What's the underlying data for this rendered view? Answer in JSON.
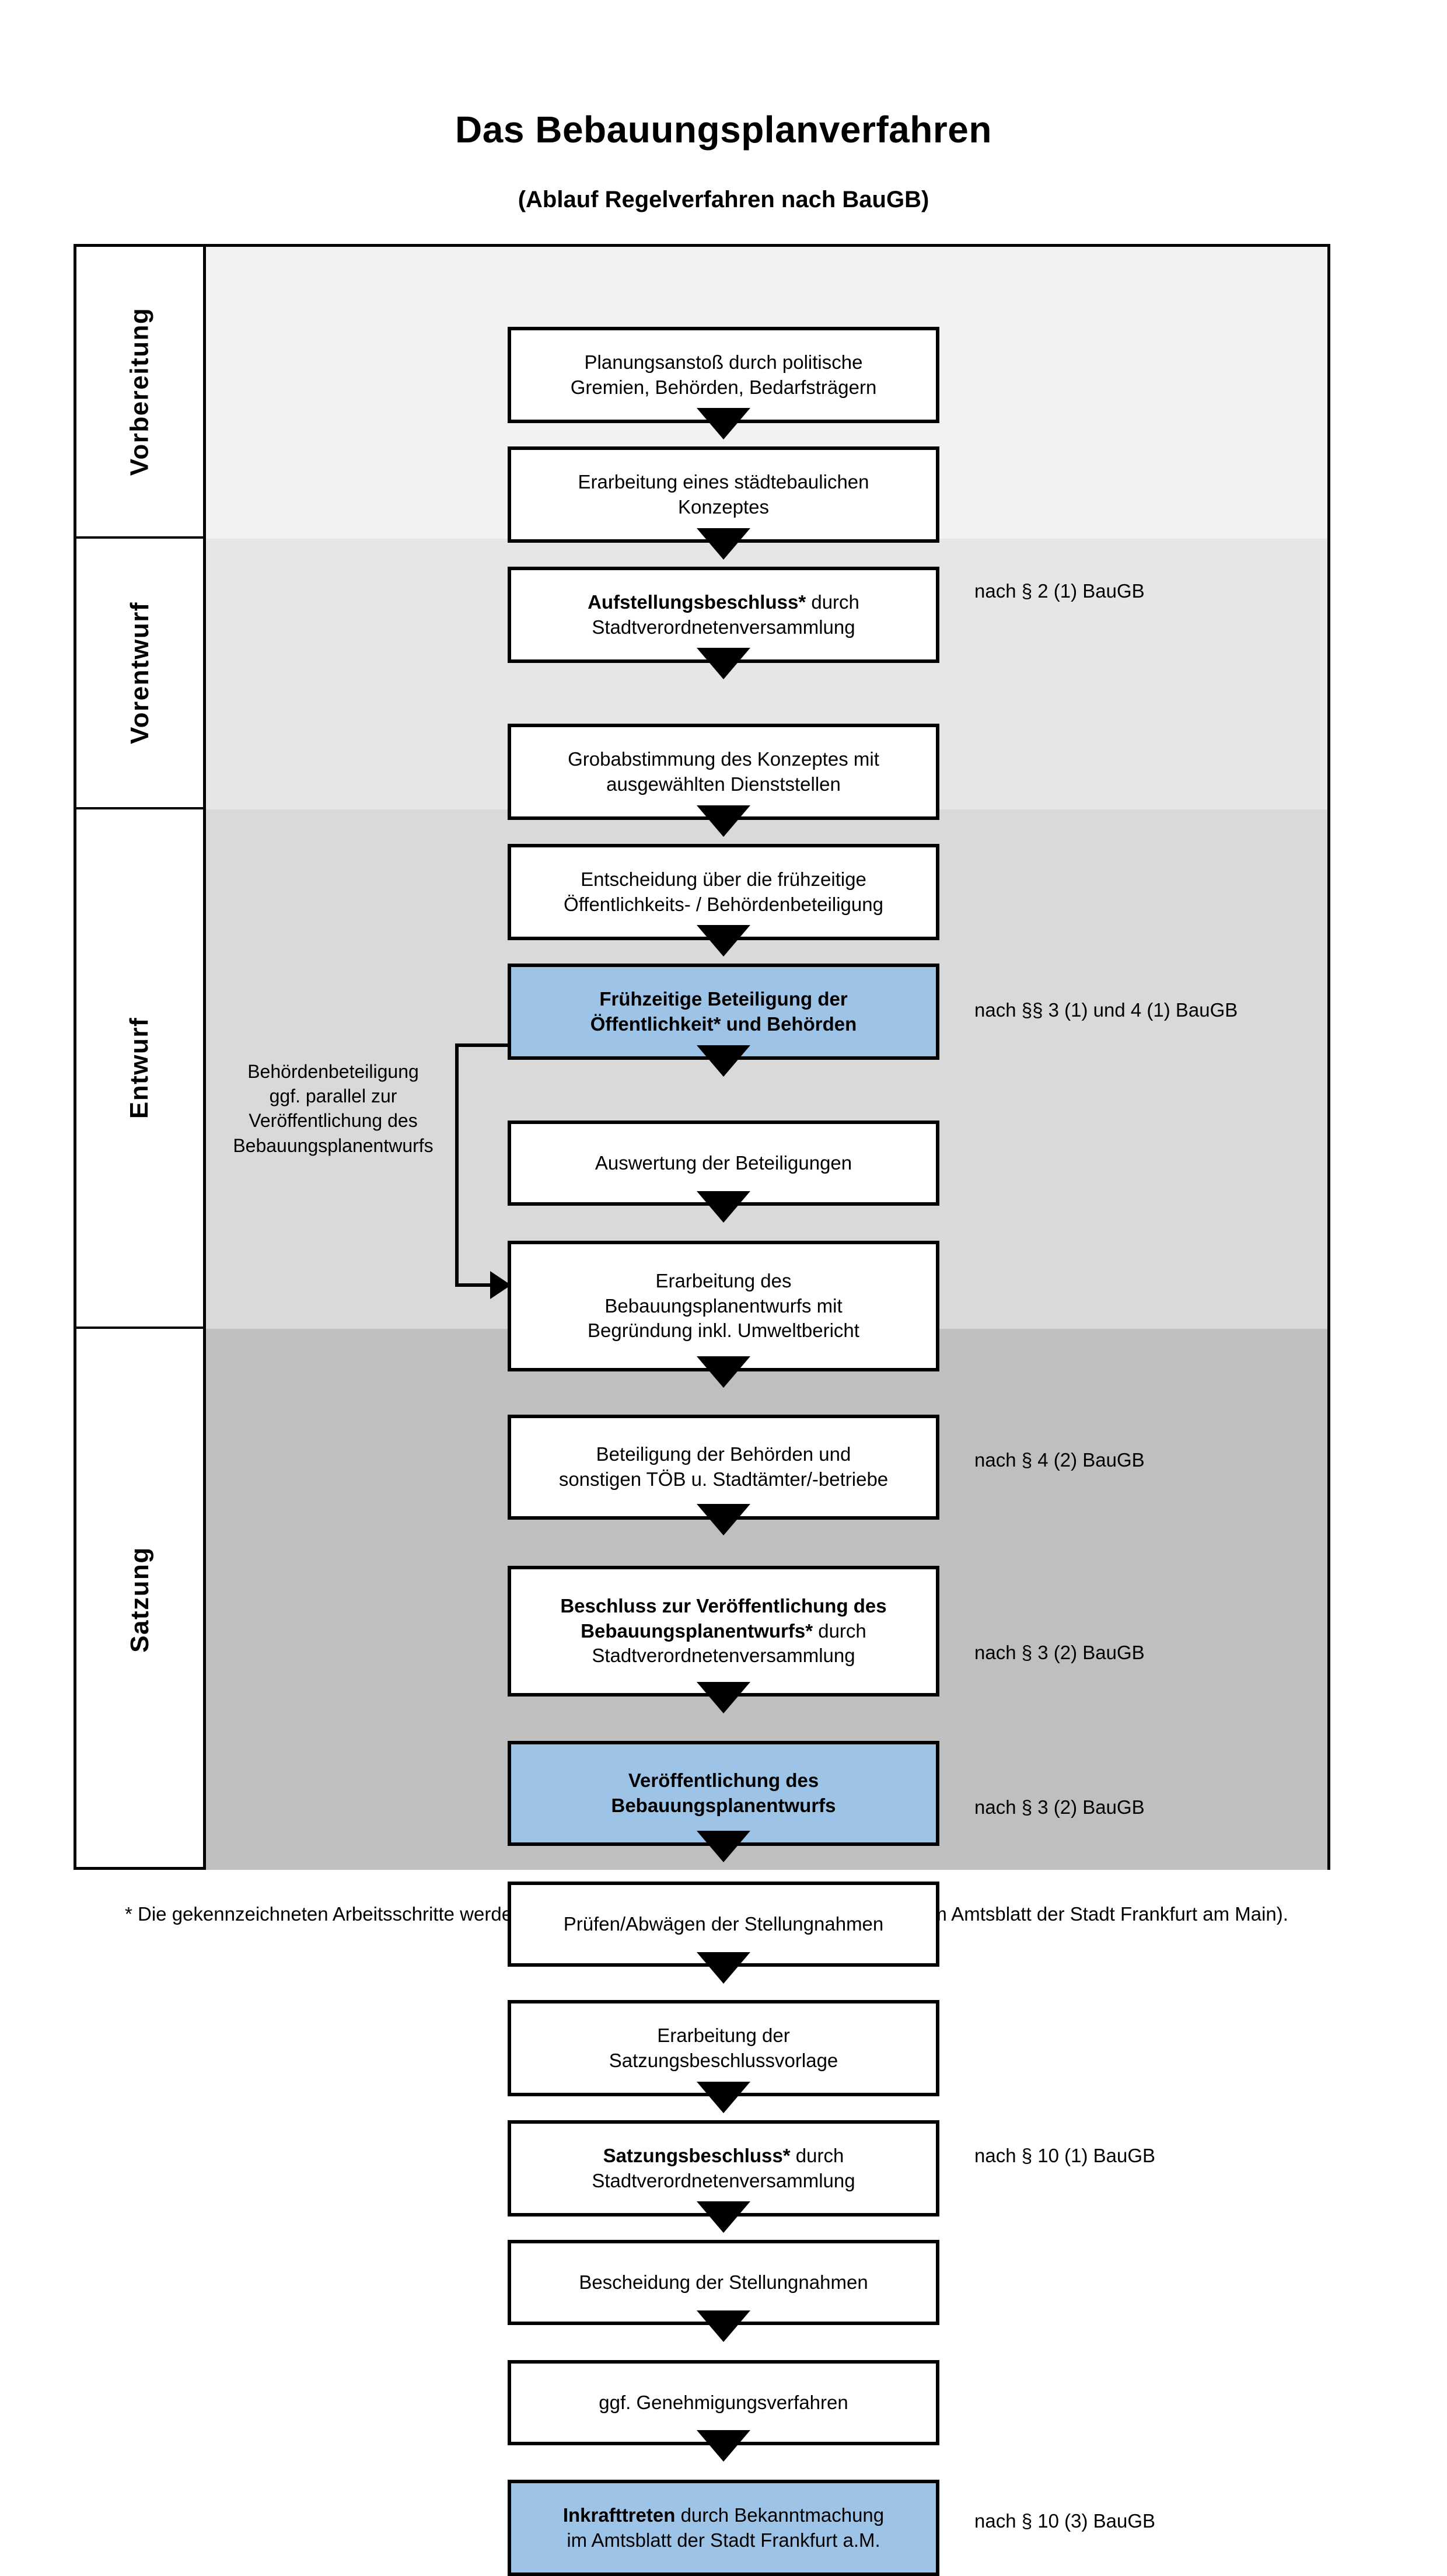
{
  "header": {
    "title": "Das Bebauungsplanverfahren",
    "subtitle": "(Ablauf Regelverfahren nach BauGB)"
  },
  "colors": {
    "highlight_blue": "#9dc3e6",
    "band_vorbereitung": "#f2f2f2",
    "band_vorentwurf": "#e6e6e6",
    "band_entwurf": "#d9d9d9",
    "band_satzung": "#bfbfbf",
    "line": "#000000"
  },
  "phases": [
    {
      "label": "Vorbereitung"
    },
    {
      "label": "Vorentwurf"
    },
    {
      "label": "Entwurf"
    },
    {
      "label": "Satzung"
    }
  ],
  "steps": [
    {
      "id": "planungsanstoss",
      "phase": "Vorbereitung",
      "highlight": false,
      "lines": [
        {
          "text": "Planungsanstoß durch politische",
          "bold": false
        },
        {
          "text": "Gremien, Behörden, Bedarfsträgern",
          "bold": false
        }
      ]
    },
    {
      "id": "staedtebauliches-konzept",
      "phase": "Vorbereitung",
      "highlight": false,
      "lines": [
        {
          "text": "Erarbeitung eines städtebaulichen",
          "bold": false
        },
        {
          "text": "Konzeptes",
          "bold": false
        }
      ]
    },
    {
      "id": "aufstellungsbeschluss",
      "phase": "Vorbereitung",
      "highlight": false,
      "lines": [
        {
          "text": "Aufstellungsbeschluss*",
          "bold": true,
          "suffix": " durch"
        },
        {
          "text": "Stadtverordnetenversammlung",
          "bold": false
        }
      ]
    },
    {
      "id": "grobabstimmung",
      "phase": "Vorentwurf",
      "highlight": false,
      "lines": [
        {
          "text": "Grobabstimmung des Konzeptes mit",
          "bold": false
        },
        {
          "text": "ausgewählten Dienststellen",
          "bold": false
        }
      ]
    },
    {
      "id": "entscheidung-fruehzeitige-beteiligung",
      "phase": "Vorentwurf",
      "highlight": false,
      "lines": [
        {
          "text": "Entscheidung über die frühzeitige",
          "bold": false
        },
        {
          "text": "Öffentlichkeits- / Behördenbeteiligung",
          "bold": false
        }
      ]
    },
    {
      "id": "fruehzeitige-beteiligung",
      "phase": "Vorentwurf",
      "highlight": true,
      "lines": [
        {
          "text": "Frühzeitige Beteiligung der",
          "bold": true
        },
        {
          "text": "Öffentlichkeit* und Behörden",
          "bold": true
        }
      ]
    },
    {
      "id": "auswertung-beteiligungen",
      "phase": "Entwurf",
      "highlight": false,
      "lines": [
        {
          "text": "Auswertung der Beteiligungen",
          "bold": false
        }
      ]
    },
    {
      "id": "erarbeitung-bebauungsplanentwurf",
      "phase": "Entwurf",
      "highlight": false,
      "lines": [
        {
          "text": "Erarbeitung des",
          "bold": false
        },
        {
          "text": "Bebauungsplanentwurfs mit",
          "bold": false
        },
        {
          "text": "Begründung inkl. Umweltbericht",
          "bold": false
        }
      ]
    },
    {
      "id": "beteiligung-behoerden-toeb",
      "phase": "Entwurf",
      "highlight": false,
      "lines": [
        {
          "text": "Beteiligung der Behörden und",
          "bold": false
        },
        {
          "text": "sonstigen TÖB u. Stadtämter/-betriebe",
          "bold": false
        }
      ]
    },
    {
      "id": "beschluss-veroeffentlichung",
      "phase": "Entwurf",
      "highlight": false,
      "lines": [
        {
          "text": "Beschluss zur Veröffentlichung des",
          "bold": true
        },
        {
          "text": "Bebauungsplanentwurfs*",
          "bold": true,
          "suffix": " durch"
        },
        {
          "text": "Stadtverordnetenversammlung",
          "bold": false
        }
      ]
    },
    {
      "id": "veroeffentlichung-entwurf",
      "phase": "Entwurf",
      "highlight": true,
      "lines": [
        {
          "text": "Veröffentlichung des",
          "bold": true
        },
        {
          "text": "Bebauungsplanentwurfs",
          "bold": true
        }
      ]
    },
    {
      "id": "pruefen-abwaegen",
      "phase": "Satzung",
      "highlight": false,
      "lines": [
        {
          "text": "Prüfen/Abwägen der Stellungnahmen",
          "bold": false
        }
      ]
    },
    {
      "id": "erarbeitung-satzungsbeschlussvorlage",
      "phase": "Satzung",
      "highlight": false,
      "lines": [
        {
          "text": "Erarbeitung der",
          "bold": false
        },
        {
          "text": "Satzungsbeschlussvorlage",
          "bold": false
        }
      ]
    },
    {
      "id": "satzungsbeschluss",
      "phase": "Satzung",
      "highlight": false,
      "lines": [
        {
          "text": "Satzungsbeschluss*",
          "bold": true,
          "suffix": " durch"
        },
        {
          "text": "Stadtverordnetenversammlung",
          "bold": false
        }
      ]
    },
    {
      "id": "bescheidung-stellungnahmen",
      "phase": "Satzung",
      "highlight": false,
      "lines": [
        {
          "text": "Bescheidung der Stellungnahmen",
          "bold": false
        }
      ]
    },
    {
      "id": "genehmigungsverfahren",
      "phase": "Satzung",
      "highlight": false,
      "lines": [
        {
          "text": "ggf. Genehmigungsverfahren",
          "bold": false
        }
      ]
    },
    {
      "id": "inkrafttreten",
      "phase": "Satzung",
      "highlight": true,
      "lines": [
        {
          "text": "Inkrafttreten",
          "bold": true,
          "suffix": " durch Bekanntmachung"
        },
        {
          "text": "im Amtsblatt der Stadt Frankfurt a.M.",
          "bold": false
        }
      ]
    }
  ],
  "legal_references": [
    {
      "id": "ref-aufstellungsbeschluss",
      "text": "nach § 2 (1) BauGB"
    },
    {
      "id": "ref-fruehzeitige-beteiligung",
      "text": "nach §§ 3 (1) und 4 (1) BauGB"
    },
    {
      "id": "ref-behoerdenbeteiligung",
      "text": "nach § 4 (2) BauGB"
    },
    {
      "id": "ref-beschluss-veroeffentlichung",
      "text": "nach § 3 (2) BauGB"
    },
    {
      "id": "ref-veroeffentlichung",
      "text": "nach § 3 (2) BauGB"
    },
    {
      "id": "ref-satzungsbeschluss",
      "text": "nach § 10 (1) BauGB"
    },
    {
      "id": "ref-inkrafttreten",
      "text": "nach § 10 (3) BauGB"
    }
  ],
  "side_note": {
    "lines": [
      "Behördenbeteiligung",
      "ggf. parallel zur",
      "Veröffentlichung des",
      "Bebauungsplanentwurfs"
    ]
  },
  "footnote": {
    "text": "* Die gekennzeichneten Arbeitsschritte werden ortsüblich bekanntgegeben (Bekanntmachung im Amtsblatt  der Stadt Frankfurt am Main)."
  }
}
